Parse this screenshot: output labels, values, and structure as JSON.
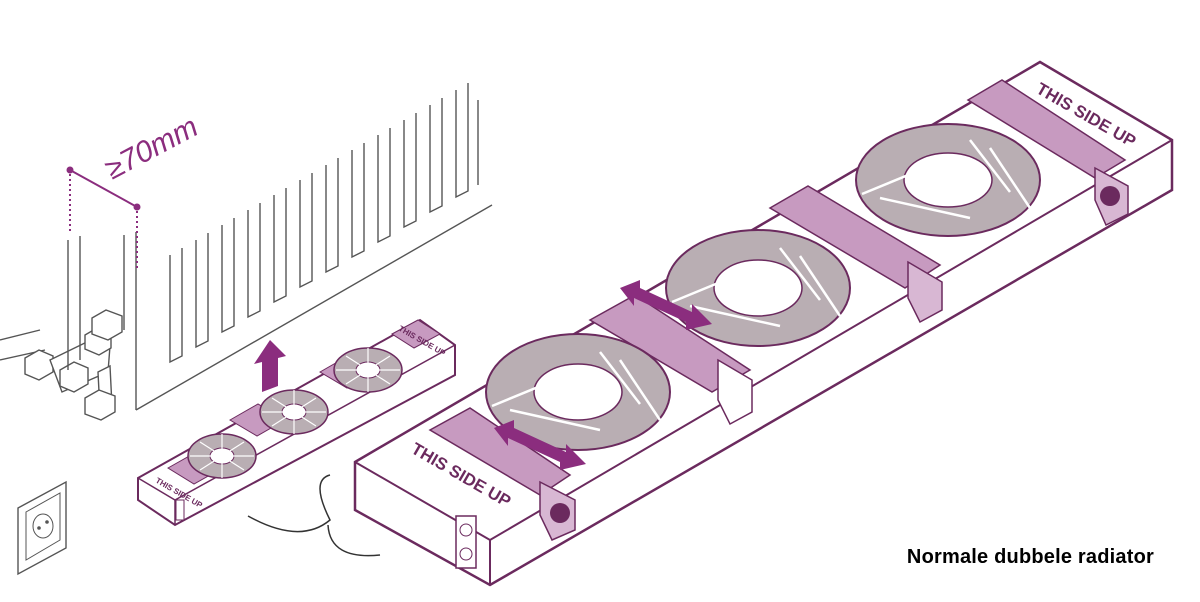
{
  "diagram": {
    "caption": "Normale dubbele radiator",
    "dimension_label": "≥70mm",
    "unit_label_small": "THIS SIDE UP",
    "unit_label_large": "THIS SIDE UP",
    "colors": {
      "outline": "#6b2a5e",
      "accent": "#8b2d7e",
      "accent_light": "#c79ac0",
      "fan_fill": "#b9aeb3",
      "body_fill": "#ffffff",
      "line": "#555555"
    },
    "icons": [
      "up-arrow-icon",
      "double-arrow-icon",
      "power-socket-icon",
      "fan-icon"
    ]
  }
}
